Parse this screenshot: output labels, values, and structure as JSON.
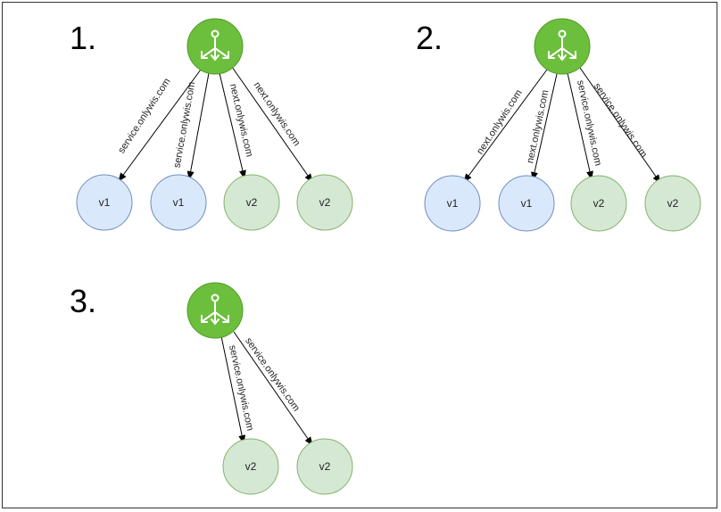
{
  "colors": {
    "router_fill": "#6cbf3c",
    "router_stroke": "#4f9a27",
    "v1_fill": "#dae8fc",
    "v1_stroke": "#6c8ebf",
    "v2_fill": "#d5e8d4",
    "v2_stroke": "#82b366",
    "edge": "#000000"
  },
  "icons": {
    "router": "ingress-router-icon"
  },
  "panels": [
    {
      "step": "1.",
      "edges": [
        "service.onlywis.com",
        "service.onlywis.com",
        "next.onlywis.com",
        "next.onlywis.com"
      ],
      "nodes": [
        {
          "label": "v1",
          "version": "v1"
        },
        {
          "label": "v1",
          "version": "v1"
        },
        {
          "label": "v2",
          "version": "v2"
        },
        {
          "label": "v2",
          "version": "v2"
        }
      ]
    },
    {
      "step": "2.",
      "edges": [
        "next.onlywis.com",
        "next.onlywis.com",
        "service.onlywis.com",
        "service.onlywis.com"
      ],
      "nodes": [
        {
          "label": "v1",
          "version": "v1"
        },
        {
          "label": "v1",
          "version": "v1"
        },
        {
          "label": "v2",
          "version": "v2"
        },
        {
          "label": "v2",
          "version": "v2"
        }
      ]
    },
    {
      "step": "3.",
      "edges": [
        "service.onlywis.com",
        "service.onlywis.com"
      ],
      "nodes": [
        {
          "label": "v2",
          "version": "v2"
        },
        {
          "label": "v2",
          "version": "v2"
        }
      ]
    }
  ]
}
